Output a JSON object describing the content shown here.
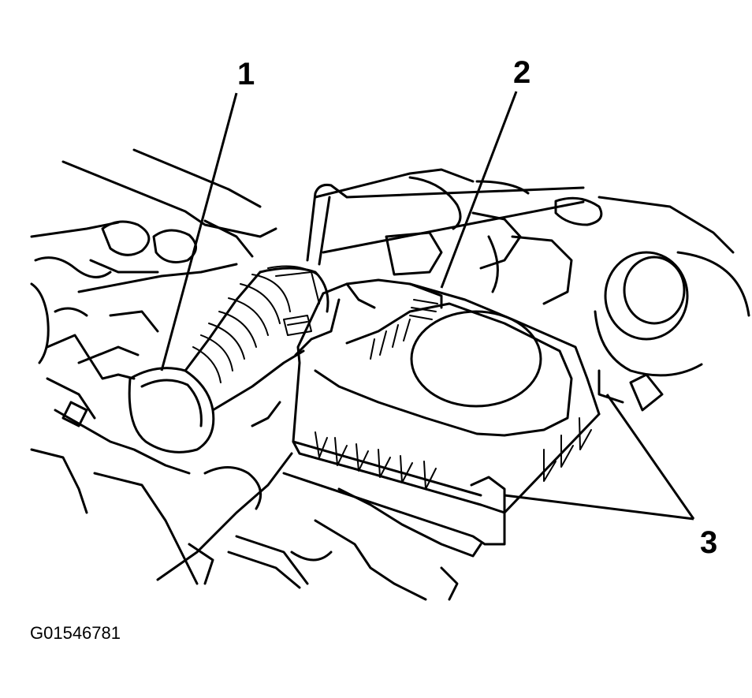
{
  "callouts": [
    "1",
    "2",
    "3"
  ],
  "figure_id": "G01546781"
}
